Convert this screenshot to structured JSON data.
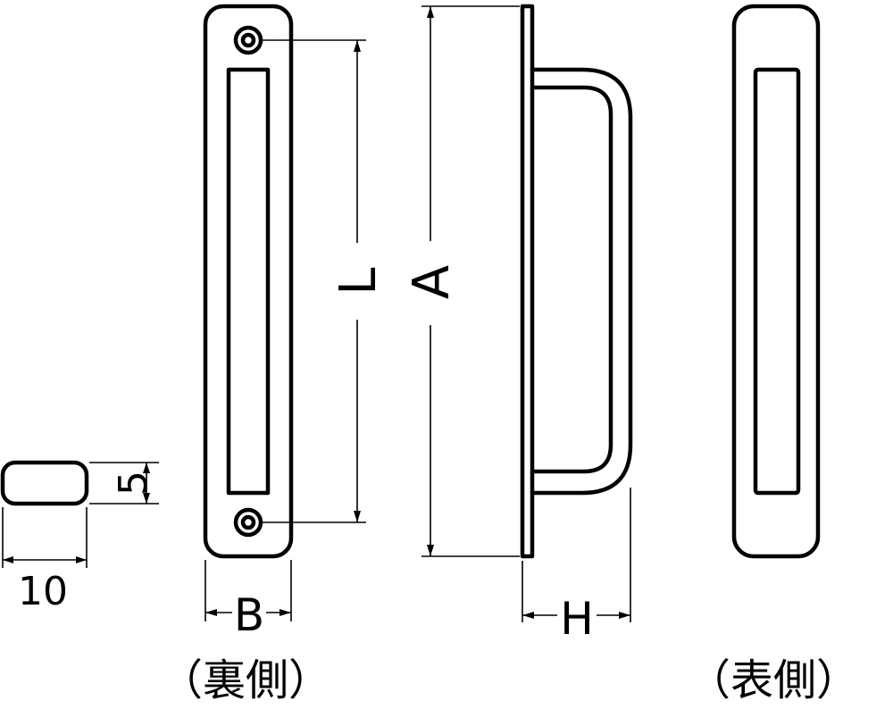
{
  "dimensions": {
    "section_height": "5",
    "section_width": "10",
    "length_l": "L",
    "overall_a": "A",
    "width_b": "B",
    "height_h": "H"
  },
  "captions": {
    "back_side": "（裏側）",
    "front_side": "（表側）"
  }
}
